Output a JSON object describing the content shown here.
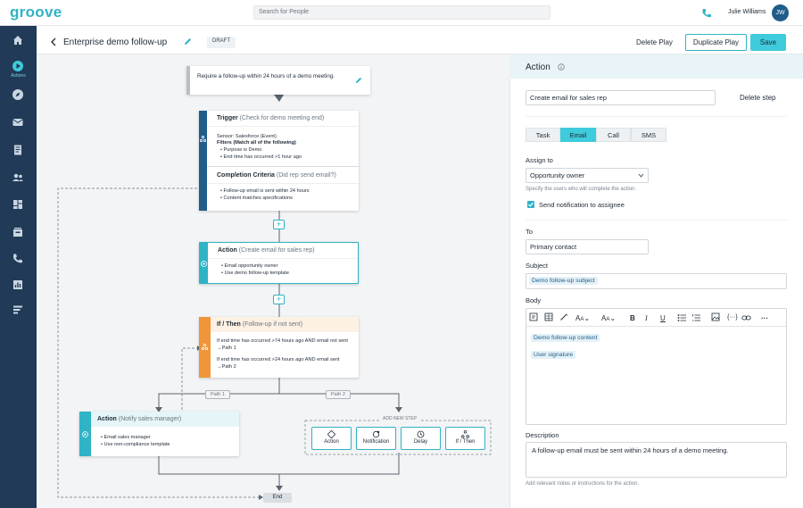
{
  "app": {
    "logo": "groove"
  },
  "topbar": {
    "search_placeholder": "Search for People",
    "user_name": "Julie Williams",
    "user_initials": "JW"
  },
  "sidebar": {
    "active_label": "Actions",
    "icons": [
      "home-icon",
      "actions-icon",
      "compass-icon",
      "mail-icon",
      "document-icon",
      "people-icon",
      "dashboard-icon",
      "inbox-icon",
      "phone-icon",
      "analytics-icon",
      "list-icon"
    ]
  },
  "header": {
    "title": "Enterprise demo follow-up",
    "status": "DRAFT",
    "delete_play": "Delete Play",
    "duplicate_play": "Duplicate Play",
    "save": "Save"
  },
  "flow": {
    "start_note": "Require a follow-up within 24 hours of a demo meeting.",
    "trigger": {
      "title": "Trigger",
      "subtitle": "(Check for demo meeting end)",
      "sensor": "Sensor: Salesforce (Event)",
      "filters": "Filters (Match all of the following)",
      "items": [
        "Purpose is Demo",
        "End time has occurred >1 hour ago"
      ]
    },
    "completion": {
      "title": "Completion Criteria",
      "subtitle": "(Did rep send email?)",
      "items": [
        "Follow-up email is sent within 24 hours",
        "Content matches specifications"
      ]
    },
    "action1": {
      "title": "Action",
      "subtitle": "(Create email for sales rep)",
      "items": [
        "Email opportunity owner",
        "Use demo follow-up template"
      ]
    },
    "ifthen": {
      "title": "If / Then",
      "subtitle": "(Follow-up if not sent)",
      "cond1": "If end time has occurred >74 hours ago AND email not sent →Path 1",
      "cond2": "If end time has occurred >24 hours ago AND email sent →Path 2"
    },
    "path1": "Path 1",
    "path2": "Path 2",
    "action2": {
      "title": "Action",
      "subtitle": "(Notify sales manager)",
      "items": [
        "Email sales manager",
        "Use non-compliance template"
      ]
    },
    "add_new_step": {
      "label": "ADD NEW STEP",
      "options": [
        "Action",
        "Notification",
        "Delay",
        "If / Then"
      ]
    },
    "end": "End"
  },
  "panel": {
    "title": "Action",
    "step_name": "Create email for sales rep",
    "delete_step": "Delete step",
    "tabs": [
      "Task",
      "Email",
      "Call",
      "SMS"
    ],
    "active_tab": "Email",
    "assign_to_label": "Assign to",
    "assign_to_value": "Opportunity owner",
    "assign_hint": "Specify the users who will complete the action.",
    "notify_label": "Send notification to assignee",
    "notify_checked": true,
    "to_label": "To",
    "to_value": "Primary contact",
    "subject_label": "Subject",
    "subject_chip": "Demo follow-up subject",
    "body_label": "Body",
    "body_chips": [
      "Demo follow-up content",
      "User signature"
    ],
    "description_label": "Description",
    "description_value": "A follow-up email must be sent within 24 hours of a demo meeting.",
    "description_hint": "Add relevant notes or instructions for the action."
  },
  "colors": {
    "accent": "#2fb3c6",
    "sidebar": "#213a57",
    "trigger": "#1f5d8a",
    "ifthen": "#f0953a",
    "action": "#2fb3c6"
  }
}
